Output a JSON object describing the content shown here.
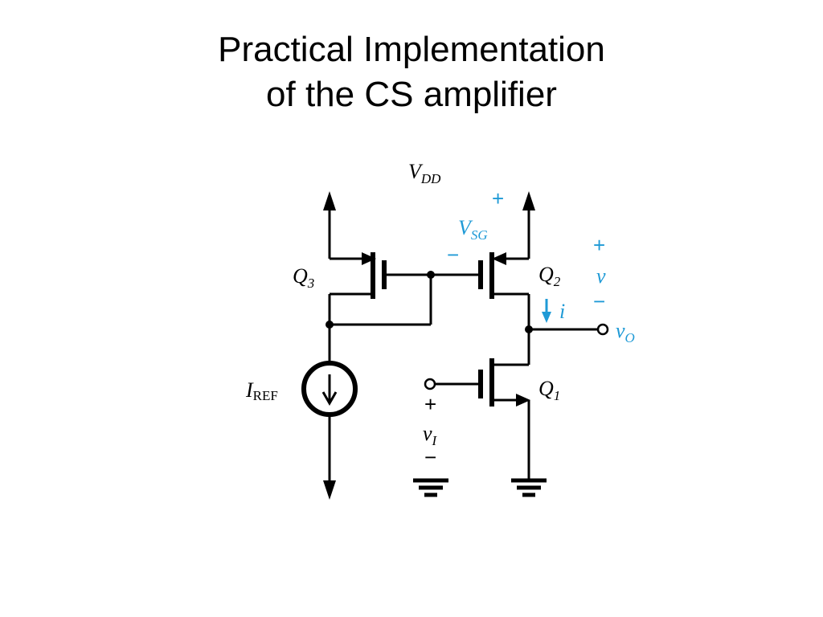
{
  "title": {
    "line1": "Practical Implementation",
    "line2": "of the CS amplifier"
  },
  "diagram": {
    "supply_label": {
      "main": "V",
      "sub": "DD"
    },
    "vsg_label": {
      "main": "V",
      "sub": "SG"
    },
    "q1_label": {
      "main": "Q",
      "sub": "1"
    },
    "q2_label": {
      "main": "Q",
      "sub": "2"
    },
    "q3_label": {
      "main": "Q",
      "sub": "3"
    },
    "iref_label": {
      "main": "I",
      "sub": "REF"
    },
    "v_label": "v",
    "i_label": "i",
    "vo_label": {
      "main": "v",
      "sub": "O"
    },
    "vi_label": {
      "main": "v",
      "sub": "I"
    },
    "plus": "+",
    "minus": "−"
  },
  "colors": {
    "annotation": "#1f9ad6",
    "wire": "#000000"
  }
}
